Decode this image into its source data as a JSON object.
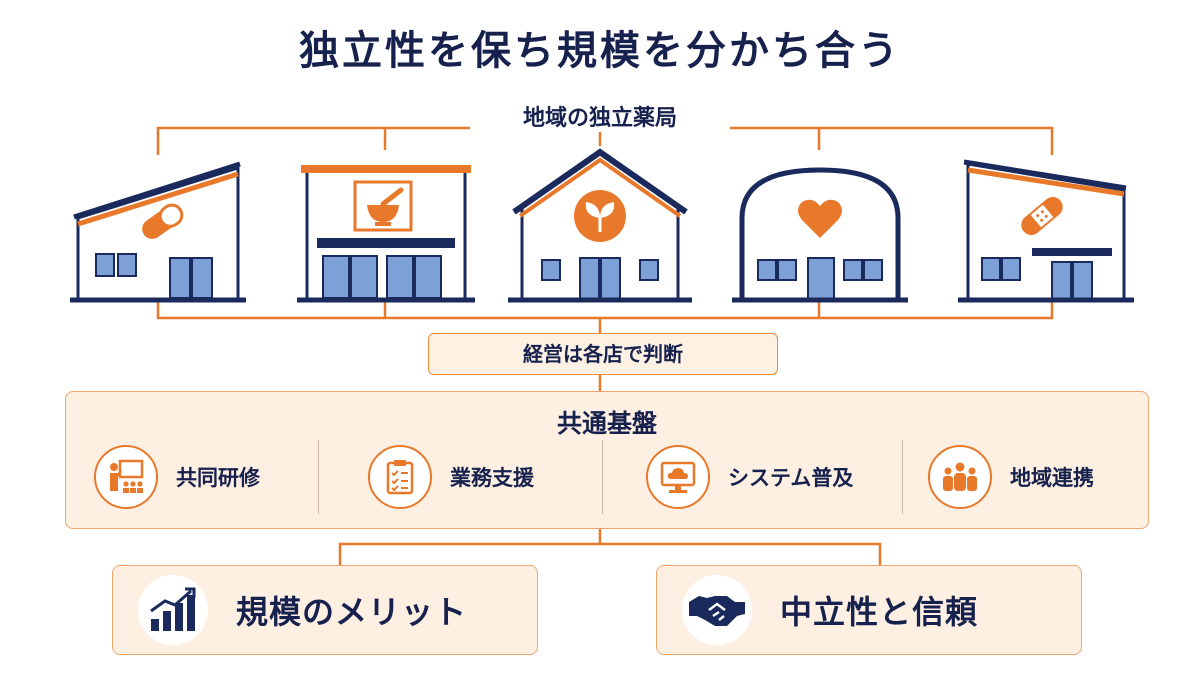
{
  "title": "独立性を保ち規模を分かち合う",
  "group_label": "地域の独立薬局",
  "pharmacies": [
    {
      "icon": "capsule-icon"
    },
    {
      "icon": "mortar-pestle-icon"
    },
    {
      "icon": "leaf-icon"
    },
    {
      "icon": "heart-icon"
    },
    {
      "icon": "bandage-icon"
    }
  ],
  "decision_label": "経営は各店で判断",
  "platform": {
    "title": "共通基盤",
    "features": [
      {
        "label": "共同研修",
        "icon": "training-presentation-icon"
      },
      {
        "label": "業務支援",
        "icon": "clipboard-checklist-icon"
      },
      {
        "label": "システム普及",
        "icon": "cloud-monitor-icon"
      },
      {
        "label": "地域連携",
        "icon": "community-people-icon"
      }
    ]
  },
  "outcomes": [
    {
      "label": "規模のメリット",
      "icon": "growth-chart-icon"
    },
    {
      "label": "中立性と信頼",
      "icon": "handshake-icon"
    }
  ],
  "colors": {
    "navy": "#1b2a5c",
    "orange": "#e8782a",
    "window_blue": "#7da1d6",
    "panel_bg": "#fdf0e2"
  }
}
